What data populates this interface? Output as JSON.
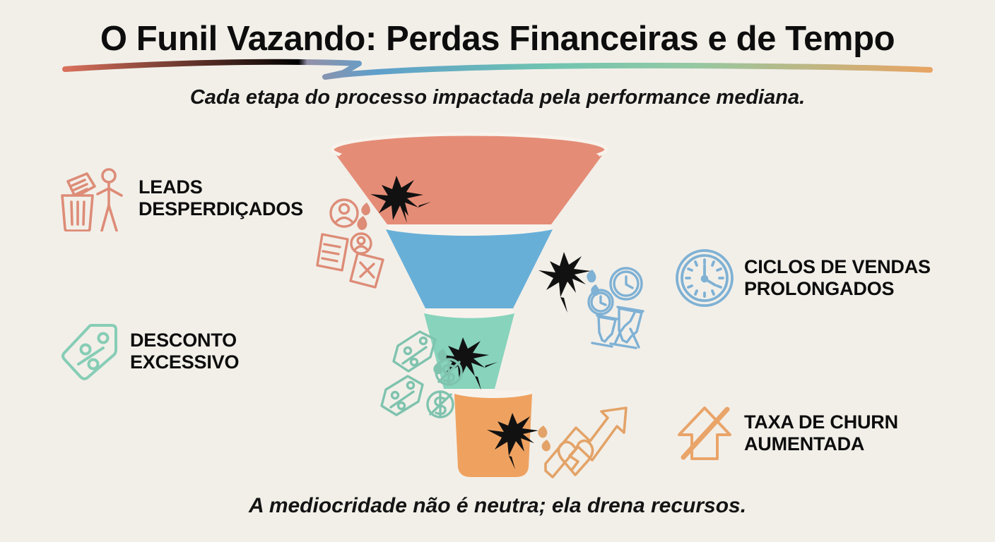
{
  "header": {
    "title": "O Funil Vazando: Perdas Financeiras e de Tempo",
    "subtitle": "Cada etapa do processo impactada pela performance mediana."
  },
  "footer": {
    "caption": "A mediocridade não é neutra; ela drena recursos."
  },
  "colors": {
    "background": "#F2EFE9",
    "ink": "#0D0D0D",
    "salmon": "#E58C77",
    "blue": "#68AFD8",
    "teal": "#87D3BC",
    "orange": "#EFA260",
    "rim": "#F7F3EC"
  },
  "underline": {
    "stops": [
      "#D9705C",
      "#5E9FCB",
      "#6FC4B0",
      "#E8A463"
    ]
  },
  "funnel": {
    "stages": [
      {
        "name": "leads",
        "color": "#E58C77",
        "label": "LEADS\nDESPERDIÇADOS"
      },
      {
        "name": "ciclos",
        "color": "#68AFD8",
        "label": "CICLOS DE VENDAS\nPROLONGADOS"
      },
      {
        "name": "desconto",
        "color": "#87D3BC",
        "label": "DESCONTO\nEXCESSIVO"
      },
      {
        "name": "churn",
        "color": "#EFA260",
        "label": "TAXA DE CHURN\nAUMENTADA"
      }
    ]
  },
  "labels": {
    "leads": {
      "text": "LEADS\nDESPERDIÇADOS",
      "icon": "trash-person-icon",
      "color": "#DD8C77"
    },
    "desconto": {
      "text": "DESCONTO\nEXCESSIVO",
      "icon": "percent-tag-icon",
      "color": "#87CDB6"
    },
    "ciclos": {
      "text": "CICLOS DE VENDAS\nPROLONGADOS",
      "icon": "clock-icon",
      "color": "#7FB1D4"
    },
    "churn": {
      "text": "TAXA DE CHURN\nAUMENTADA",
      "icon": "arrow-up-slash-icon",
      "color": "#E9A469"
    }
  },
  "leaks": {
    "leads": {
      "icons": [
        "avatar-icon",
        "avatar-icon",
        "document-lines-icon",
        "document-x-icon",
        "droplet-icon"
      ],
      "color": "#DD8C77"
    },
    "ciclos": {
      "icons": [
        "clock-icon",
        "clock-icon",
        "hourglass-icon",
        "hourglass-icon",
        "droplet-icon"
      ],
      "color": "#7FB1D4"
    },
    "desconto": {
      "icons": [
        "percent-tag-icon",
        "percent-tag-icon",
        "dollar-slash-icon",
        "dollar-slash-icon",
        "droplet-icon"
      ],
      "color": "#7FC3AE"
    },
    "churn": {
      "icons": [
        "trend-arrow-up-icon",
        "broken-heart-icon",
        "droplet-icon"
      ],
      "color": "#E3A368"
    }
  }
}
